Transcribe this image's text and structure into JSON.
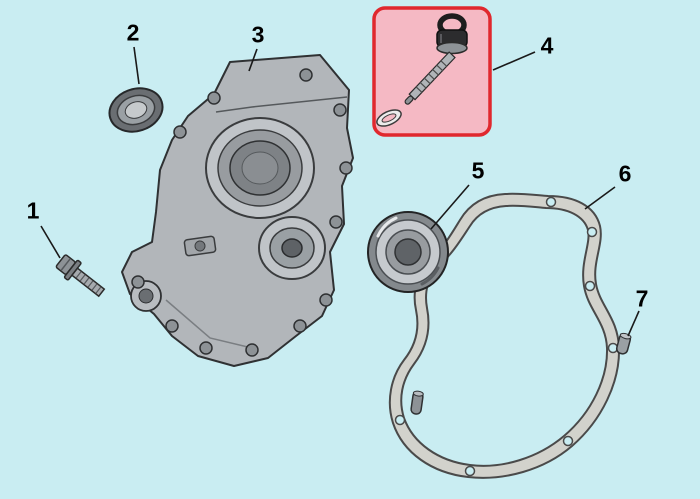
{
  "diagram": {
    "colors": {
      "bg": "#c9edf2",
      "highlight-fill": "#f5b9c4",
      "highlight-border": "#e0282e",
      "callout-line": "#1a1a1a",
      "part-fill": "#b2b6ba",
      "part-outline": "#2f3133",
      "gasket-fill": "#d2d2cc"
    },
    "callouts": [
      {
        "number": "1",
        "part": "flange-bolt",
        "highlighted": false
      },
      {
        "number": "2",
        "part": "oil-seal-washer",
        "highlighted": false
      },
      {
        "number": "3",
        "part": "crankcase-cover",
        "highlighted": false
      },
      {
        "number": "4",
        "part": "oil-dipstick",
        "highlighted": true
      },
      {
        "number": "5",
        "part": "ball-bearing",
        "highlighted": false
      },
      {
        "number": "6",
        "part": "cover-gasket",
        "highlighted": false
      },
      {
        "number": "7",
        "part": "dowel-pin",
        "highlighted": false
      }
    ]
  }
}
